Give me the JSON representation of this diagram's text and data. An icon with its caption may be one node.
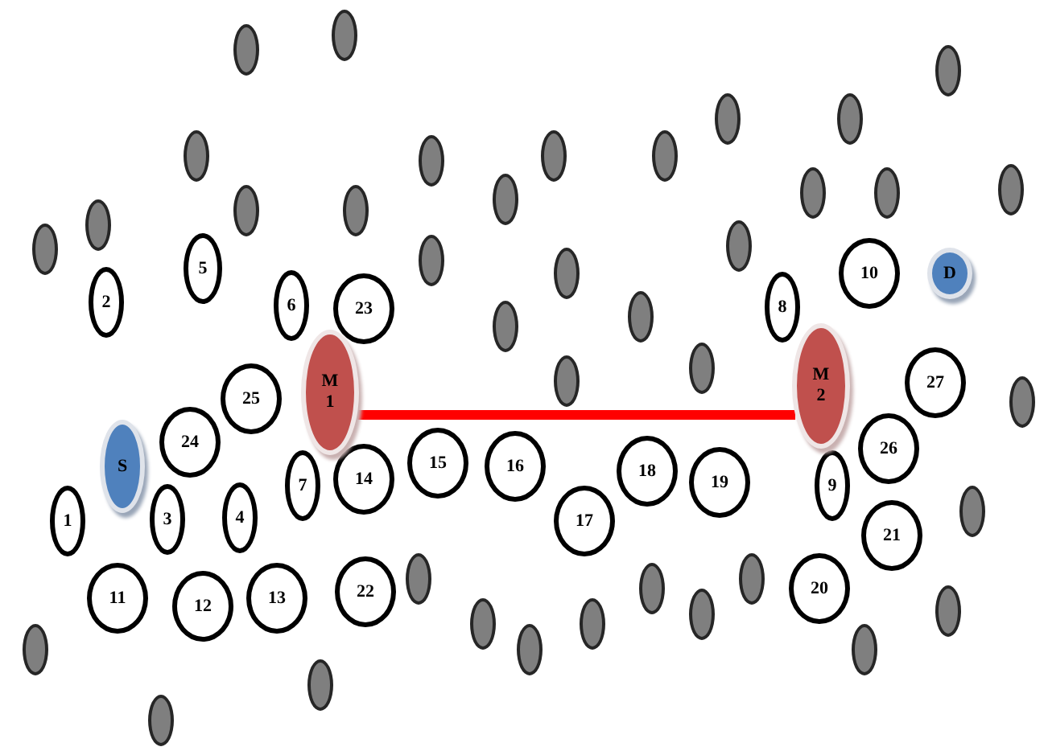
{
  "diagram": {
    "nodes": [
      {
        "text": [
          "S"
        ]
      },
      {
        "text": [
          "1"
        ]
      },
      {
        "text": [
          "2"
        ]
      },
      {
        "text": [
          "3"
        ]
      },
      {
        "text": [
          "4"
        ]
      },
      {
        "text": [
          "5"
        ]
      },
      {
        "text": [
          "6"
        ]
      },
      {
        "text": [
          "7"
        ]
      },
      {
        "text": [
          "8"
        ]
      },
      {
        "text": [
          "9"
        ]
      },
      {
        "text": [
          "10"
        ]
      },
      {
        "text": [
          "11"
        ]
      },
      {
        "text": [
          "12"
        ]
      },
      {
        "text": [
          "13"
        ]
      },
      {
        "text": [
          "14"
        ]
      },
      {
        "text": [
          "15"
        ]
      },
      {
        "text": [
          "16"
        ]
      },
      {
        "text": [
          "17"
        ]
      },
      {
        "text": [
          "18"
        ]
      },
      {
        "text": [
          "19"
        ]
      },
      {
        "text": [
          "20"
        ]
      },
      {
        "text": [
          "21"
        ]
      },
      {
        "text": [
          "22"
        ]
      },
      {
        "text": [
          "23"
        ]
      },
      {
        "text": [
          "24"
        ]
      },
      {
        "text": [
          "25"
        ]
      },
      {
        "text": [
          "26"
        ]
      },
      {
        "text": [
          "27"
        ]
      },
      {
        "text": [
          "M 1"
        ]
      },
      {
        "text": [
          "M 2"
        ]
      },
      {
        "text": [
          "D"
        ]
      },
      {
        "text": [],
        "shape": "circle"
      },
      {
        "text": [],
        "shape": "circle"
      },
      {
        "text": [],
        "shape": "circle"
      },
      {
        "text": [],
        "shape": "circle"
      },
      {
        "text": [],
        "shape": "circle"
      },
      {
        "text": [],
        "shape": "circle"
      },
      {
        "text": [],
        "shape": "circle"
      },
      {
        "text": [],
        "shape": "circle"
      },
      {
        "text": [],
        "shape": "circle"
      },
      {
        "text": [],
        "shape": "circle"
      },
      {
        "text": [],
        "shape": "circle"
      },
      {
        "text": [],
        "shape": "circle"
      },
      {
        "text": [],
        "shape": "circle"
      },
      {
        "text": [],
        "shape": "circle"
      },
      {
        "text": [],
        "shape": "circle"
      },
      {
        "text": [],
        "shape": "circle"
      },
      {
        "text": [],
        "shape": "circle"
      },
      {
        "text": [],
        "shape": "circle"
      },
      {
        "text": [],
        "shape": "circle"
      },
      {
        "text": [],
        "shape": "circle"
      },
      {
        "text": [],
        "shape": "circle"
      },
      {
        "text": [],
        "shape": "circle"
      },
      {
        "text": [],
        "shape": "circle"
      },
      {
        "text": [],
        "shape": "circle"
      },
      {
        "text": [],
        "shape": "circle"
      },
      {
        "text": [],
        "shape": "circle"
      },
      {
        "text": [],
        "shape": "circle"
      },
      {
        "text": [],
        "shape": "circle"
      },
      {
        "text": [],
        "shape": "circle"
      },
      {
        "text": [],
        "shape": "circle"
      },
      {
        "text": [],
        "shape": "circle"
      },
      {
        "text": [],
        "shape": "circle"
      },
      {
        "text": [],
        "shape": "circle"
      },
      {
        "text": [],
        "shape": "circle"
      },
      {
        "text": [],
        "shape": "circle"
      },
      {
        "text": [],
        "shape": "circle"
      },
      {
        "text": [],
        "shape": "circle"
      },
      {
        "text": [],
        "shape": "circle"
      }
    ],
    "edges": [
      {
        "from": 28,
        "to": 29,
        "arrow": "none",
        "color": "#ff0000"
      }
    ]
  }
}
